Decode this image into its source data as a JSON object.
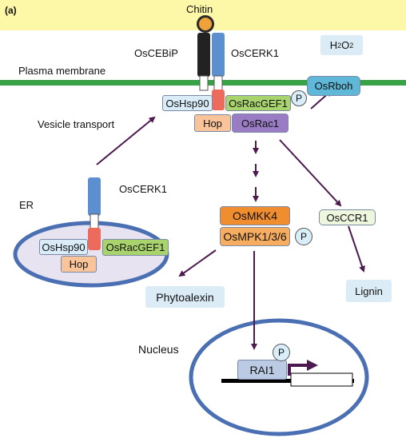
{
  "panel_label": "(a)",
  "labels": {
    "chitin": "Chitin",
    "oscebip": "OsCEBiP",
    "oscerk1_top": "OsCERK1",
    "plasma_membrane": "Plasma membrane",
    "vesicle_transport": "Vesicle transport",
    "er": "ER",
    "oscerk1_er": "OsCERK1",
    "nucleus": "Nucleus"
  },
  "boxes": {
    "h2o2_base": "H",
    "h2o2_sub": "2",
    "h2o2_mid": "O",
    "h2o2_sub2": "2",
    "osrboh": "OsRboh",
    "oshsp90_top": "OsHsp90",
    "osracgef1_top": "OsRacGEF1",
    "hop_top": "Hop",
    "osrac1": "OsRac1",
    "osmkk4": "OsMKK4",
    "osmpk": "OsMPK1/3/6",
    "osccr1": "OsCCR1",
    "lignin": "Lignin",
    "phytoalexin": "Phytoalexin",
    "oshsp90_er": "OsHsp90",
    "osracgef1_er": "OsRacGEF1",
    "hop_er": "Hop",
    "rai1": "RAI1"
  },
  "phospho": {
    "rboh_p": "P",
    "mpk_p": "P",
    "rai1_p": "P"
  },
  "colors": {
    "header_band": "#fdf7a8",
    "membrane": "#3aa246",
    "arrow": "#4d1a4f",
    "oval_stroke": "#4a6fb2",
    "er_fill": "#e7e3f1",
    "receptor_blue": "#5b8fd0",
    "receptor_black": "#222222",
    "small_red": "#ec6b5c",
    "chitin_orange": "#f0a23a",
    "hsp90": "#d9ecf8",
    "racgef1": "#a9d46d",
    "hop": "#f9c49a",
    "osrac1": "#9a7cc4",
    "mkk4": "#ef8d2f",
    "mpk": "#f7ad5f",
    "osccr1": "#eef6dd",
    "light_blue_label": "#dcecf6",
    "rai1": "#bccbe4",
    "dna_line": "#000000"
  }
}
